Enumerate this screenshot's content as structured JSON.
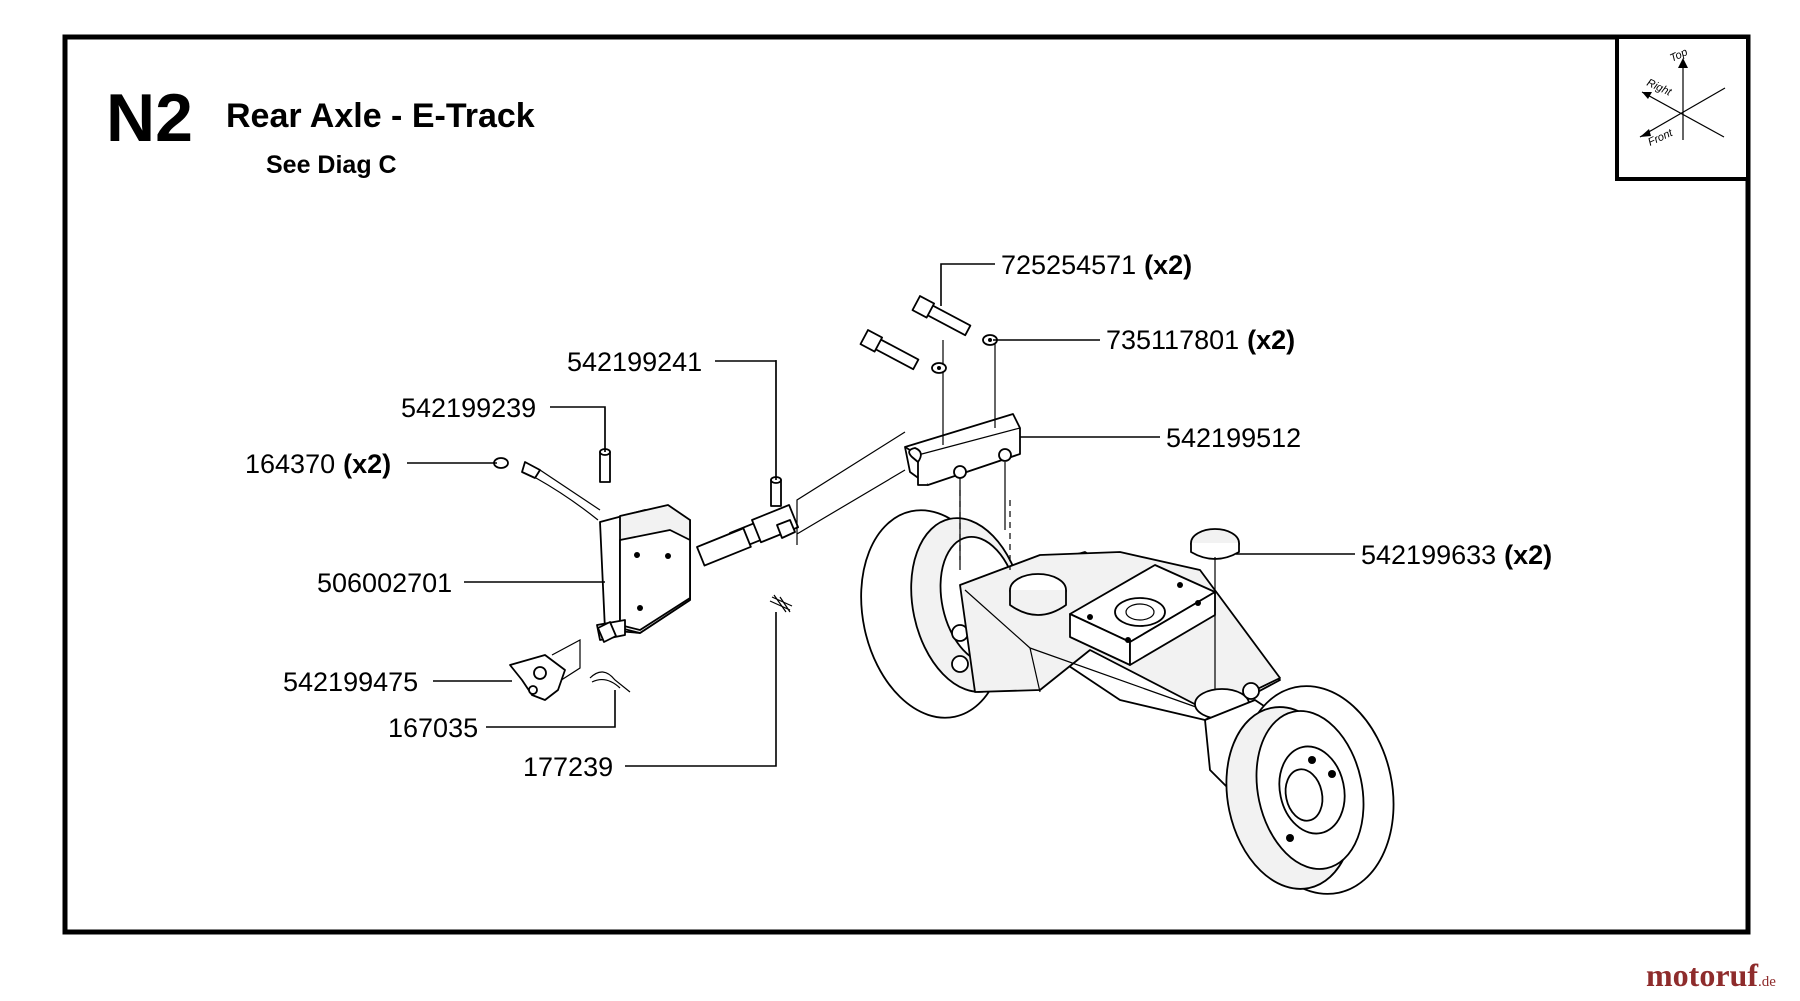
{
  "diagram": {
    "code": "N2",
    "title": "Rear Axle - E-Track",
    "subtitle": "See Diag C",
    "orientation": {
      "top": "Top",
      "right": "Right",
      "front": "Front"
    },
    "watermark": {
      "main": "motoruf",
      "suffix": ".de"
    },
    "callouts": [
      {
        "part": "725254571",
        "qty": "(x2)"
      },
      {
        "part": "735117801",
        "qty": "(x2)"
      },
      {
        "part": "542199241",
        "qty": ""
      },
      {
        "part": "542199239",
        "qty": ""
      },
      {
        "part": "164370",
        "qty": "(x2)"
      },
      {
        "part": "542199512",
        "qty": ""
      },
      {
        "part": "542199633",
        "qty": "(x2)"
      },
      {
        "part": "506002701",
        "qty": ""
      },
      {
        "part": "542199475",
        "qty": ""
      },
      {
        "part": "167035",
        "qty": ""
      },
      {
        "part": "177239",
        "qty": ""
      }
    ]
  }
}
